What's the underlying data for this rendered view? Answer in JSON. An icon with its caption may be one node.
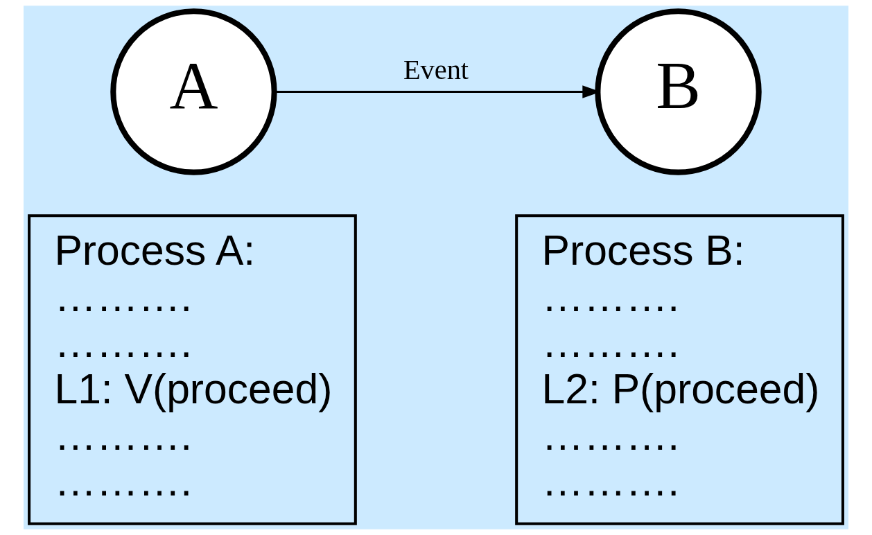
{
  "diagram": {
    "nodes": [
      {
        "text": [
          "A"
        ]
      },
      {
        "text": [
          "B"
        ]
      },
      {
        "text": [
          "Process A:",
          "……….",
          "……….",
          "L1: V(proceed)",
          "……….",
          "………."
        ]
      },
      {
        "text": [
          "Process B:",
          "……….",
          "……….",
          "L2: P(proceed)",
          "……….",
          "………."
        ]
      }
    ],
    "edges": [
      {
        "from": 0,
        "to": 1,
        "arrow": "to",
        "label": "Event"
      }
    ]
  }
}
